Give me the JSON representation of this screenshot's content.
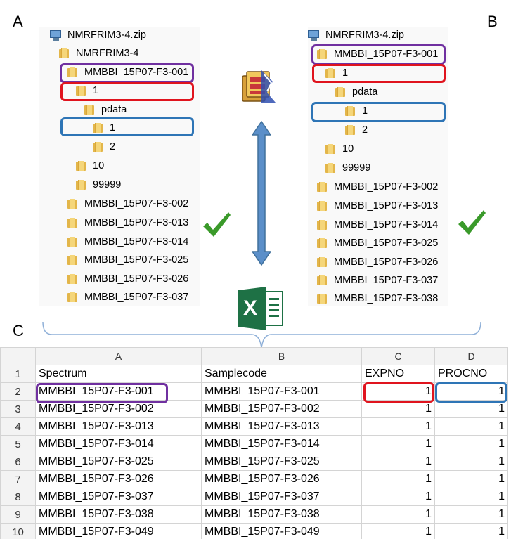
{
  "labels": {
    "a": "A",
    "b": "B",
    "c": "C"
  },
  "tree_a": {
    "zip": "NMRFRIM3-4.zip",
    "root": "NMRFRIM3-4",
    "spectrum": "MMBBI_15P07-F3-001",
    "expno": "1",
    "pdata": "pdata",
    "procno_1": "1",
    "procno_2": "2",
    "exp_10": "10",
    "exp_99999": "99999",
    "others": [
      "MMBBI_15P07-F3-002",
      "MMBBI_15P07-F3-013",
      "MMBBI_15P07-F3-014",
      "MMBBI_15P07-F3-025",
      "MMBBI_15P07-F3-026",
      "MMBBI_15P07-F3-037"
    ]
  },
  "tree_b": {
    "zip": "NMRFRIM3-4.zip",
    "spectrum": "MMBBI_15P07-F3-001",
    "expno": "1",
    "pdata": "pdata",
    "procno_1": "1",
    "procno_2": "2",
    "exp_10": "10",
    "exp_99999": "99999",
    "others": [
      "MMBBI_15P07-F3-002",
      "MMBBI_15P07-F3-013",
      "MMBBI_15P07-F3-014",
      "MMBBI_15P07-F3-025",
      "MMBBI_15P07-F3-026",
      "MMBBI_15P07-F3-037",
      "MMBBI_15P07-F3-038"
    ]
  },
  "excel_letter": "X",
  "spreadsheet": {
    "columns": [
      "A",
      "B",
      "C",
      "D"
    ],
    "header": [
      "Spectrum",
      "Samplecode",
      "EXPNO",
      "PROCNO"
    ],
    "rows": [
      [
        "MMBBI_15P07-F3-001",
        "MMBBI_15P07-F3-001",
        "1",
        "1"
      ],
      [
        "MMBBI_15P07-F3-002",
        "MMBBI_15P07-F3-002",
        "1",
        "1"
      ],
      [
        "MMBBI_15P07-F3-013",
        "MMBBI_15P07-F3-013",
        "1",
        "1"
      ],
      [
        "MMBBI_15P07-F3-014",
        "MMBBI_15P07-F3-014",
        "1",
        "1"
      ],
      [
        "MMBBI_15P07-F3-025",
        "MMBBI_15P07-F3-025",
        "1",
        "1"
      ],
      [
        "MMBBI_15P07-F3-026",
        "MMBBI_15P07-F3-026",
        "1",
        "1"
      ],
      [
        "MMBBI_15P07-F3-037",
        "MMBBI_15P07-F3-037",
        "1",
        "1"
      ],
      [
        "MMBBI_15P07-F3-038",
        "MMBBI_15P07-F3-038",
        "1",
        "1"
      ],
      [
        "MMBBI_15P07-F3-049",
        "MMBBI_15P07-F3-049",
        "1",
        "1"
      ]
    ]
  },
  "colors": {
    "spectrum_highlight": "#7030a0",
    "expno_highlight": "#e0141e",
    "procno_highlight": "#2e75b6",
    "arrow": "#5b8fc9",
    "check": "#3a9a2a",
    "excel": "#1e7145"
  },
  "icons": [
    "zip-archive-icon",
    "folder-icon",
    "winzip-icon",
    "double-arrow-icon",
    "checkmark-icon",
    "excel-icon"
  ]
}
